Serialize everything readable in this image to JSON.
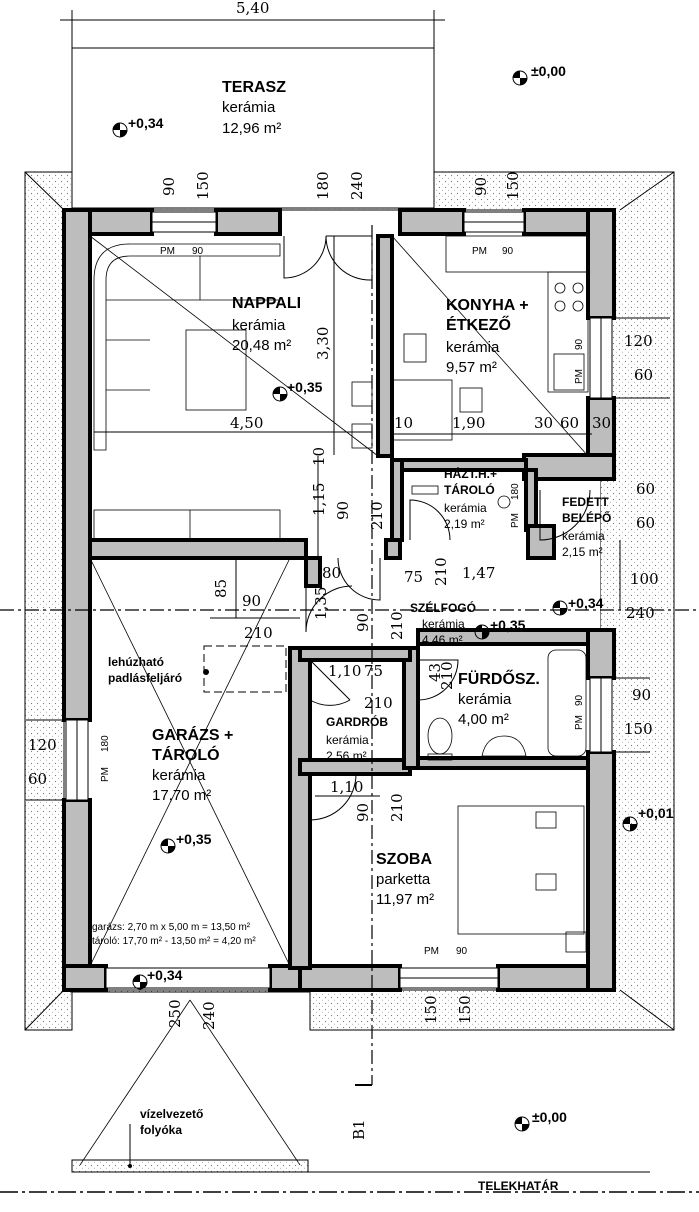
{
  "dimensions": {
    "top_width": "5,40",
    "nappali_window_a": "90",
    "nappali_window_b": "150",
    "nappali_door_a": "180",
    "nappali_door_b": "240",
    "konyha_window_a": "90",
    "konyha_window_b": "150",
    "nappali_length": "4,50",
    "nappali_height": "3,30",
    "konyha_d1": "10",
    "konyha_d2": "1,90",
    "konyha_d3": "30",
    "konyha_d4": "60",
    "konyha_d5": "30",
    "right_120": "120",
    "right_60": "60",
    "fedett_60a": "60",
    "fedett_60b": "60",
    "fedett_100": "100",
    "fedett_240": "240",
    "hall_115": "1,15",
    "hall_10": "10",
    "hall_90": "90",
    "hall_210": "210",
    "hall_80": "80",
    "hall_75": "75",
    "hall_210b": "210",
    "hall_147": "1,47",
    "garage_85": "85",
    "garage_90": "90",
    "garage_210": "210",
    "garage_135": "1,35",
    "szelfogo_90": "90",
    "szelfogo_210": "210",
    "gard_110a": "1,10",
    "gard_75": "75",
    "gard_210": "210",
    "gard_43": "43",
    "gard_210b": "210",
    "furdo_90": "90",
    "furdo_150": "150",
    "left_120": "120",
    "left_60": "60",
    "gard_110b": "1,10",
    "szoba_90": "90",
    "szoba_210": "210",
    "garage_door_250": "250",
    "garage_door_240": "240",
    "szoba_win_150a": "150",
    "szoba_win_150b": "150"
  },
  "rooms": {
    "terasz": {
      "name": "TERASZ",
      "material": "kerámia",
      "area": "12,96 m²"
    },
    "nappali": {
      "name": "NAPPALI",
      "material": "kerámia",
      "area": "20,48 m²"
    },
    "konyha": {
      "name1": "KONYHA +",
      "name2": "ÉTKEZŐ",
      "material": "kerámia",
      "area": "9,57 m²"
    },
    "haztar": {
      "name1": "HÁZT.H.+",
      "name2": "TÁROLÓ",
      "material": "kerámia",
      "area": "2,19 m²"
    },
    "fedett": {
      "name1": "FEDETT",
      "name2": "BELÉPŐ",
      "material": "kerámia",
      "area": "2,15 m²"
    },
    "szelfogo": {
      "name": "SZÉLFOGÓ",
      "material": "kerámia",
      "area": "4,46 m²"
    },
    "garazs": {
      "name1": "GARÁZS +",
      "name2": "TÁROLÓ",
      "material": "kerámia",
      "area": "17,70 m²"
    },
    "gardrob": {
      "name": "GARDRÓB",
      "material": "kerámia",
      "area": "2,56 m²"
    },
    "furdo": {
      "name": "FÜRDŐSZ.",
      "material": "kerámia",
      "area": "4,00 m²"
    },
    "szoba": {
      "name": "SZOBA",
      "material": "parketta",
      "area": "11,97 m²"
    }
  },
  "levels": {
    "terasz_left": "+0,34",
    "top_right": "±0,00",
    "nappali": "+0,35",
    "fedett": "+0,34",
    "szelfogo": "+0,35",
    "right": "+0,01",
    "garazs": "+0,35",
    "garage_door": "+0,34",
    "bottom": "±0,00"
  },
  "labels": {
    "pm90_nappali": "PM",
    "pm90_nappali_v": "90",
    "pm90_konyha": "PM",
    "pm90_konyha_v": "90",
    "pm90_szoba": "PM",
    "pm90_szoba_v": "90",
    "pm180_garazs": "PM",
    "pm180_garazs_v": "180",
    "pm90_konyha_side": "PM",
    "pm90_konyha_side_v": "90",
    "pm90_furdo": "PM",
    "pm90_furdo_v": "90",
    "pm180_haztar": "PM",
    "pm180_haztar_v": "180",
    "attic1": "lehúzható",
    "attic2": "padlásfeljáró",
    "garage_note1": "garázs: 2,70 m x 5,00 m = 13,50 m²",
    "garage_note2": "tároló: 17,70 m² - 13,50 m² = 4,20 m²",
    "gutter1": "vízelvezető",
    "gutter2": "folyóka",
    "section": "B1",
    "boundary": "TELEKHATÁR"
  }
}
